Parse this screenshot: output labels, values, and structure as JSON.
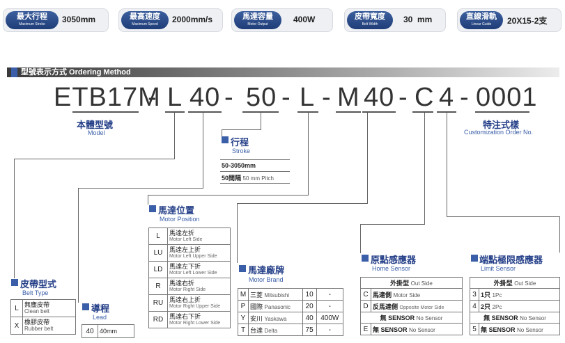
{
  "specs": [
    {
      "zh": "最大行程",
      "en": "Maximum Stroke",
      "value": "3050mm"
    },
    {
      "zh": "最高速度",
      "en": "Maximum Speed",
      "value": "2000mm/s"
    },
    {
      "zh": "馬達容量",
      "en": "Motor Output",
      "value": "400W"
    },
    {
      "zh": "皮帶寬度",
      "en": "Belt Width",
      "value": "30  mm"
    },
    {
      "zh": "直線滑軌",
      "en": "Linear Guide",
      "value": "20X15-2支"
    }
  ],
  "section": {
    "title": "型號表示方式 Ordering Method"
  },
  "code": {
    "model": "ETB17M",
    "d1": "-",
    "belt": "L",
    "lead": "40",
    "d2": "-",
    "stroke": "50",
    "d3": "-",
    "motor_pos": "L",
    "d4": "-",
    "brand": "M",
    "watt": "40",
    "d5": "-",
    "home": "C",
    "limit": "4",
    "d6": "-",
    "custom": "0001"
  },
  "model_label": {
    "zh": "本體型號",
    "en": "Model"
  },
  "custom_label": {
    "zh": "特注式樣",
    "en": "Customization Order No."
  },
  "stroke": {
    "zh": "行程",
    "en": "Stroke",
    "rows": [
      {
        "a": "50-3050mm",
        "b": ""
      },
      {
        "a": "50間隔",
        "b": "50 mm Pitch"
      }
    ]
  },
  "motor_position": {
    "zh": "馬達位置",
    "en": "Motor Position",
    "rows": [
      {
        "k": "L",
        "zh": "馬達左折",
        "en": "Motor Left Side"
      },
      {
        "k": "LU",
        "zh": "馬達左上折",
        "en": "Motor Left Upper Side"
      },
      {
        "k": "LD",
        "zh": "馬達左下折",
        "en": "Motor Left Lower Side"
      },
      {
        "k": "R",
        "zh": "馬達右折",
        "en": "Motor Right Side"
      },
      {
        "k": "RU",
        "zh": "馬達右上折",
        "en": "Motor Right Upper Side"
      },
      {
        "k": "RD",
        "zh": "馬達右下折",
        "en": "Motor Right Lower Side"
      }
    ]
  },
  "belt_type": {
    "zh": "皮帶型式",
    "en": "Belt Type",
    "rows": [
      {
        "k": "L",
        "zh": "無塵皮帶",
        "en": "Clean belt"
      },
      {
        "k": "X",
        "zh": "橡膠皮帶",
        "en": "Rubber belt"
      }
    ]
  },
  "lead": {
    "zh": "導程",
    "en": "Lead",
    "rows": [
      {
        "k": "40",
        "v": "40mm"
      }
    ]
  },
  "motor_brand": {
    "zh": "馬達廠牌",
    "en": "Motor Brand",
    "rows": [
      {
        "k": "M",
        "zh": "三菱",
        "en": "Mitsubishi",
        "w": "10",
        "wv": "-"
      },
      {
        "k": "P",
        "zh": "國際",
        "en": "Panasonic",
        "w": "20",
        "wv": "-"
      },
      {
        "k": "Y",
        "zh": "安川",
        "en": "Yaskawa",
        "w": "40",
        "wv": "400W"
      },
      {
        "k": "T",
        "zh": "台達",
        "en": "Delta",
        "w": "75",
        "wv": "-"
      }
    ]
  },
  "home_sensor": {
    "zh": "原點感應器",
    "en": "Home Sensor",
    "header": {
      "zh": "外掛型",
      "en": "Out Side"
    },
    "rows": [
      {
        "k": "C",
        "zh": "馬達側",
        "en": "Motor Side"
      },
      {
        "k": "D",
        "zh": "反馬達側",
        "en": "Opposite Motor Side"
      },
      {
        "k": "",
        "zh": "無 SENSOR",
        "en": "No Sensor"
      },
      {
        "k": "E",
        "zh": "無 SENSOR",
        "en": "No Sensor"
      }
    ]
  },
  "limit_sensor": {
    "zh": "端點極限感應器",
    "en": "Limit Sensor",
    "header": {
      "zh": "外掛型",
      "en": "Out Side"
    },
    "rows": [
      {
        "k": "3",
        "zh": "1只",
        "en": "1Pc"
      },
      {
        "k": "4",
        "zh": "2只",
        "en": "2Pc"
      },
      {
        "k": "",
        "zh": "無 SENSOR",
        "en": "No Sensor"
      },
      {
        "k": "5",
        "zh": "無 SENSOR",
        "en": "No Sensor"
      }
    ]
  }
}
